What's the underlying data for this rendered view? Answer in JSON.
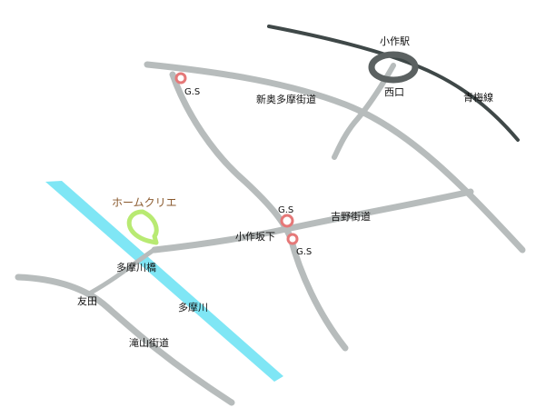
{
  "colors": {
    "road": "#b7bcbc",
    "railway": "#3f4848",
    "river": "#7fe6f5",
    "gas_station": "#e57878",
    "destination": "#b8ea72",
    "destination_label": "#8a5a2e",
    "label": "#111111"
  },
  "icons": {
    "gas_station": "map-pin-icon",
    "destination": "map-pin-icon",
    "station": "station-ring-icon"
  },
  "labels": {
    "station": "小作駅",
    "station_exit": "西口",
    "railway": "青梅線",
    "shin_ome_kaido": "新奥多摩街道",
    "yoshino_kaido": "吉野街道",
    "ozakushita": "小作坂下",
    "tamagawa_bridge": "多摩川橋",
    "tamagawa": "多摩川",
    "tomoda": "友田",
    "takiyama_kaido": "滝山街道",
    "home_crie": "ホームクリエ",
    "gs_top": "G.S",
    "gs_upper": "G.S",
    "gs_lower": "G.S"
  }
}
